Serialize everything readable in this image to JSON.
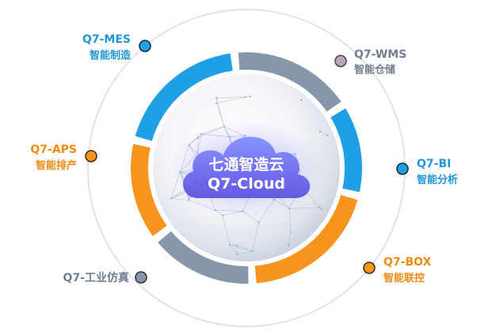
{
  "center": {
    "line1": "七通智造云",
    "line2": "Q7-Cloud"
  },
  "colors": {
    "blue": "#1FA0E6",
    "gray": "#8797AA",
    "orange": "#F7941D",
    "mauve": "#B9A7B7",
    "text_blue": "#2196DB",
    "text_gray": "#6F7E93",
    "text_orange": "#F08A12"
  },
  "modules": {
    "mes": {
      "title": "Q7-MES",
      "subtitle": "智能制造"
    },
    "wms": {
      "title": "Q7-WMS",
      "subtitle": "智能仓储"
    },
    "bi": {
      "title": "Q7-BI",
      "subtitle": "智能分析"
    },
    "box": {
      "title": "Q7-BOX",
      "subtitle": "智能联控"
    },
    "plm": {
      "title": "Q7-工业仿真"
    },
    "aps": {
      "title": "Q7-APS",
      "subtitle": "智能排产"
    }
  }
}
